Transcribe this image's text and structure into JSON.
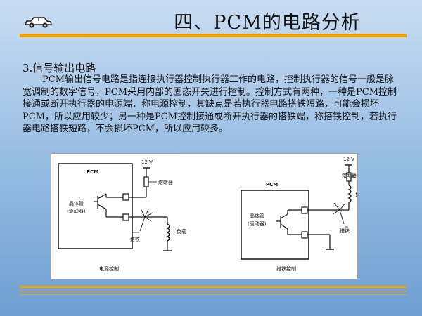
{
  "slide": {
    "title": "四、PCM的电路分析",
    "section_heading": "3.信号输出电路",
    "paragraph": "PCM输出信号电路是指连接执行器控制执行器工作的电路，控制执行器的信号一般是脉宽调制的数字信号，PCM采用内部的固态开关进行控制。控制方式有两种，一种是PCM控制接通或断开执行器的电源端，称电源控制，其缺点是若执行器电路搭铁短路，可能会损坏PCM，所以应用较少；另一种是PCM控制接通或断开执行器的搭铁端，称搭铁控制，若执行器电路搭铁短路，不会损坏PCM，所以应用较多。"
  },
  "diagram_left": {
    "pcm": "PCM",
    "transistor_line1": "晶体管",
    "transistor_line2": "(驱动器)",
    "voltage": "12 V",
    "fuse": "熔断器",
    "load": "负载",
    "ground": "搭铁",
    "caption": "电源控制"
  },
  "diagram_right": {
    "pcm": "PCM",
    "transistor_line1": "晶体管",
    "transistor_line2": "(驱动器)",
    "voltage": "12 V",
    "fuse": "熔断器",
    "load": "负载",
    "ground": "搭铁",
    "caption": "搭铁控制"
  },
  "colors": {
    "accent_rule": "#f2a100",
    "background_top": "#c9ddf2",
    "background_bottom": "#6f9fd2"
  }
}
